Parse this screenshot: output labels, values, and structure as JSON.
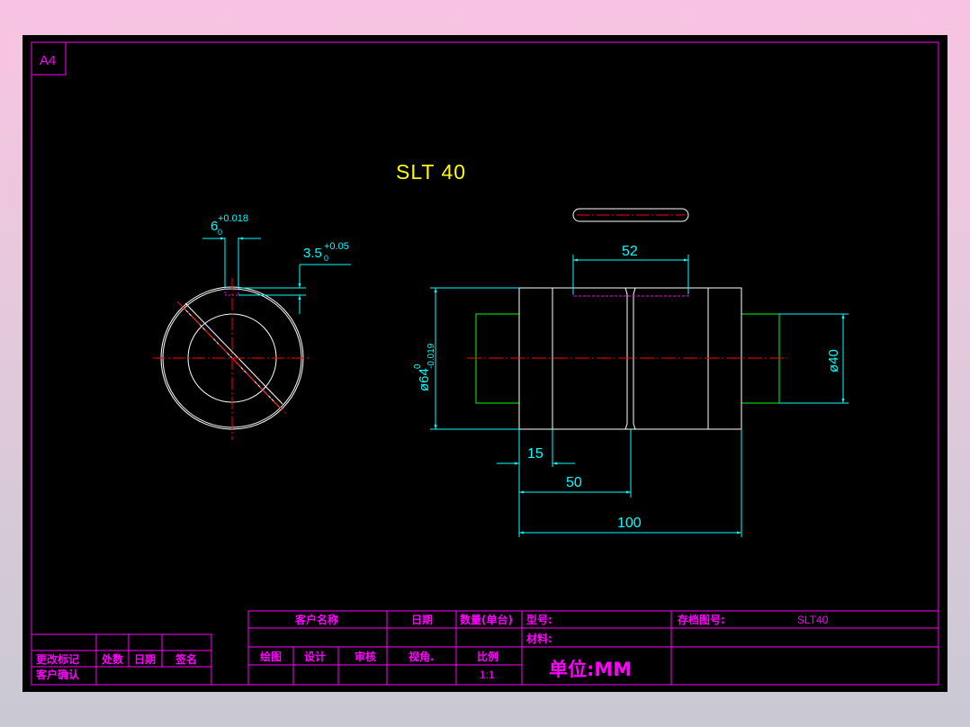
{
  "sheet": {
    "size_label": "A4",
    "title": "SLT 40"
  },
  "dimensions": {
    "keyway_width_base": "6",
    "keyway_width_sub": "0",
    "keyway_width_sup": "+0.018",
    "keyway_depth_base": "3.5",
    "keyway_depth_sub": "0",
    "keyway_depth_sup": "+0.05",
    "key_length": "52",
    "outer_dia": "ø64",
    "outer_dia_sup": "0",
    "outer_dia_sub": "-0.019",
    "shaft_dia": "ø40",
    "flange_width": "15",
    "half_length": "50",
    "total_length": "100"
  },
  "title_block": {
    "customer_name_label": "客户名称",
    "date_label": "日期",
    "quantity_label": "数量(单台)",
    "model_label": "型号:",
    "archive_no_label": "存档图号:",
    "archive_no_value": "SLT40",
    "material_label": "材料:",
    "drawn_label": "绘图",
    "design_label": "设计",
    "review_label": "审核",
    "view_label": "视角.",
    "scale_label": "比例",
    "scale_value": "1:1",
    "unit_text": "单位:MM",
    "rev_mark_label": "更改标记",
    "rev_count_label": "处数",
    "rev_date_label": "日期",
    "signature_label": "签名",
    "customer_confirm_label": "客户确认"
  },
  "colors": {
    "border": "#ff00ff",
    "part": "#ffffff",
    "dimension": "#00ffff",
    "center_line": "#ff0000",
    "shaft": "#00ff00",
    "title": "#ffff00",
    "background": "#000000"
  }
}
